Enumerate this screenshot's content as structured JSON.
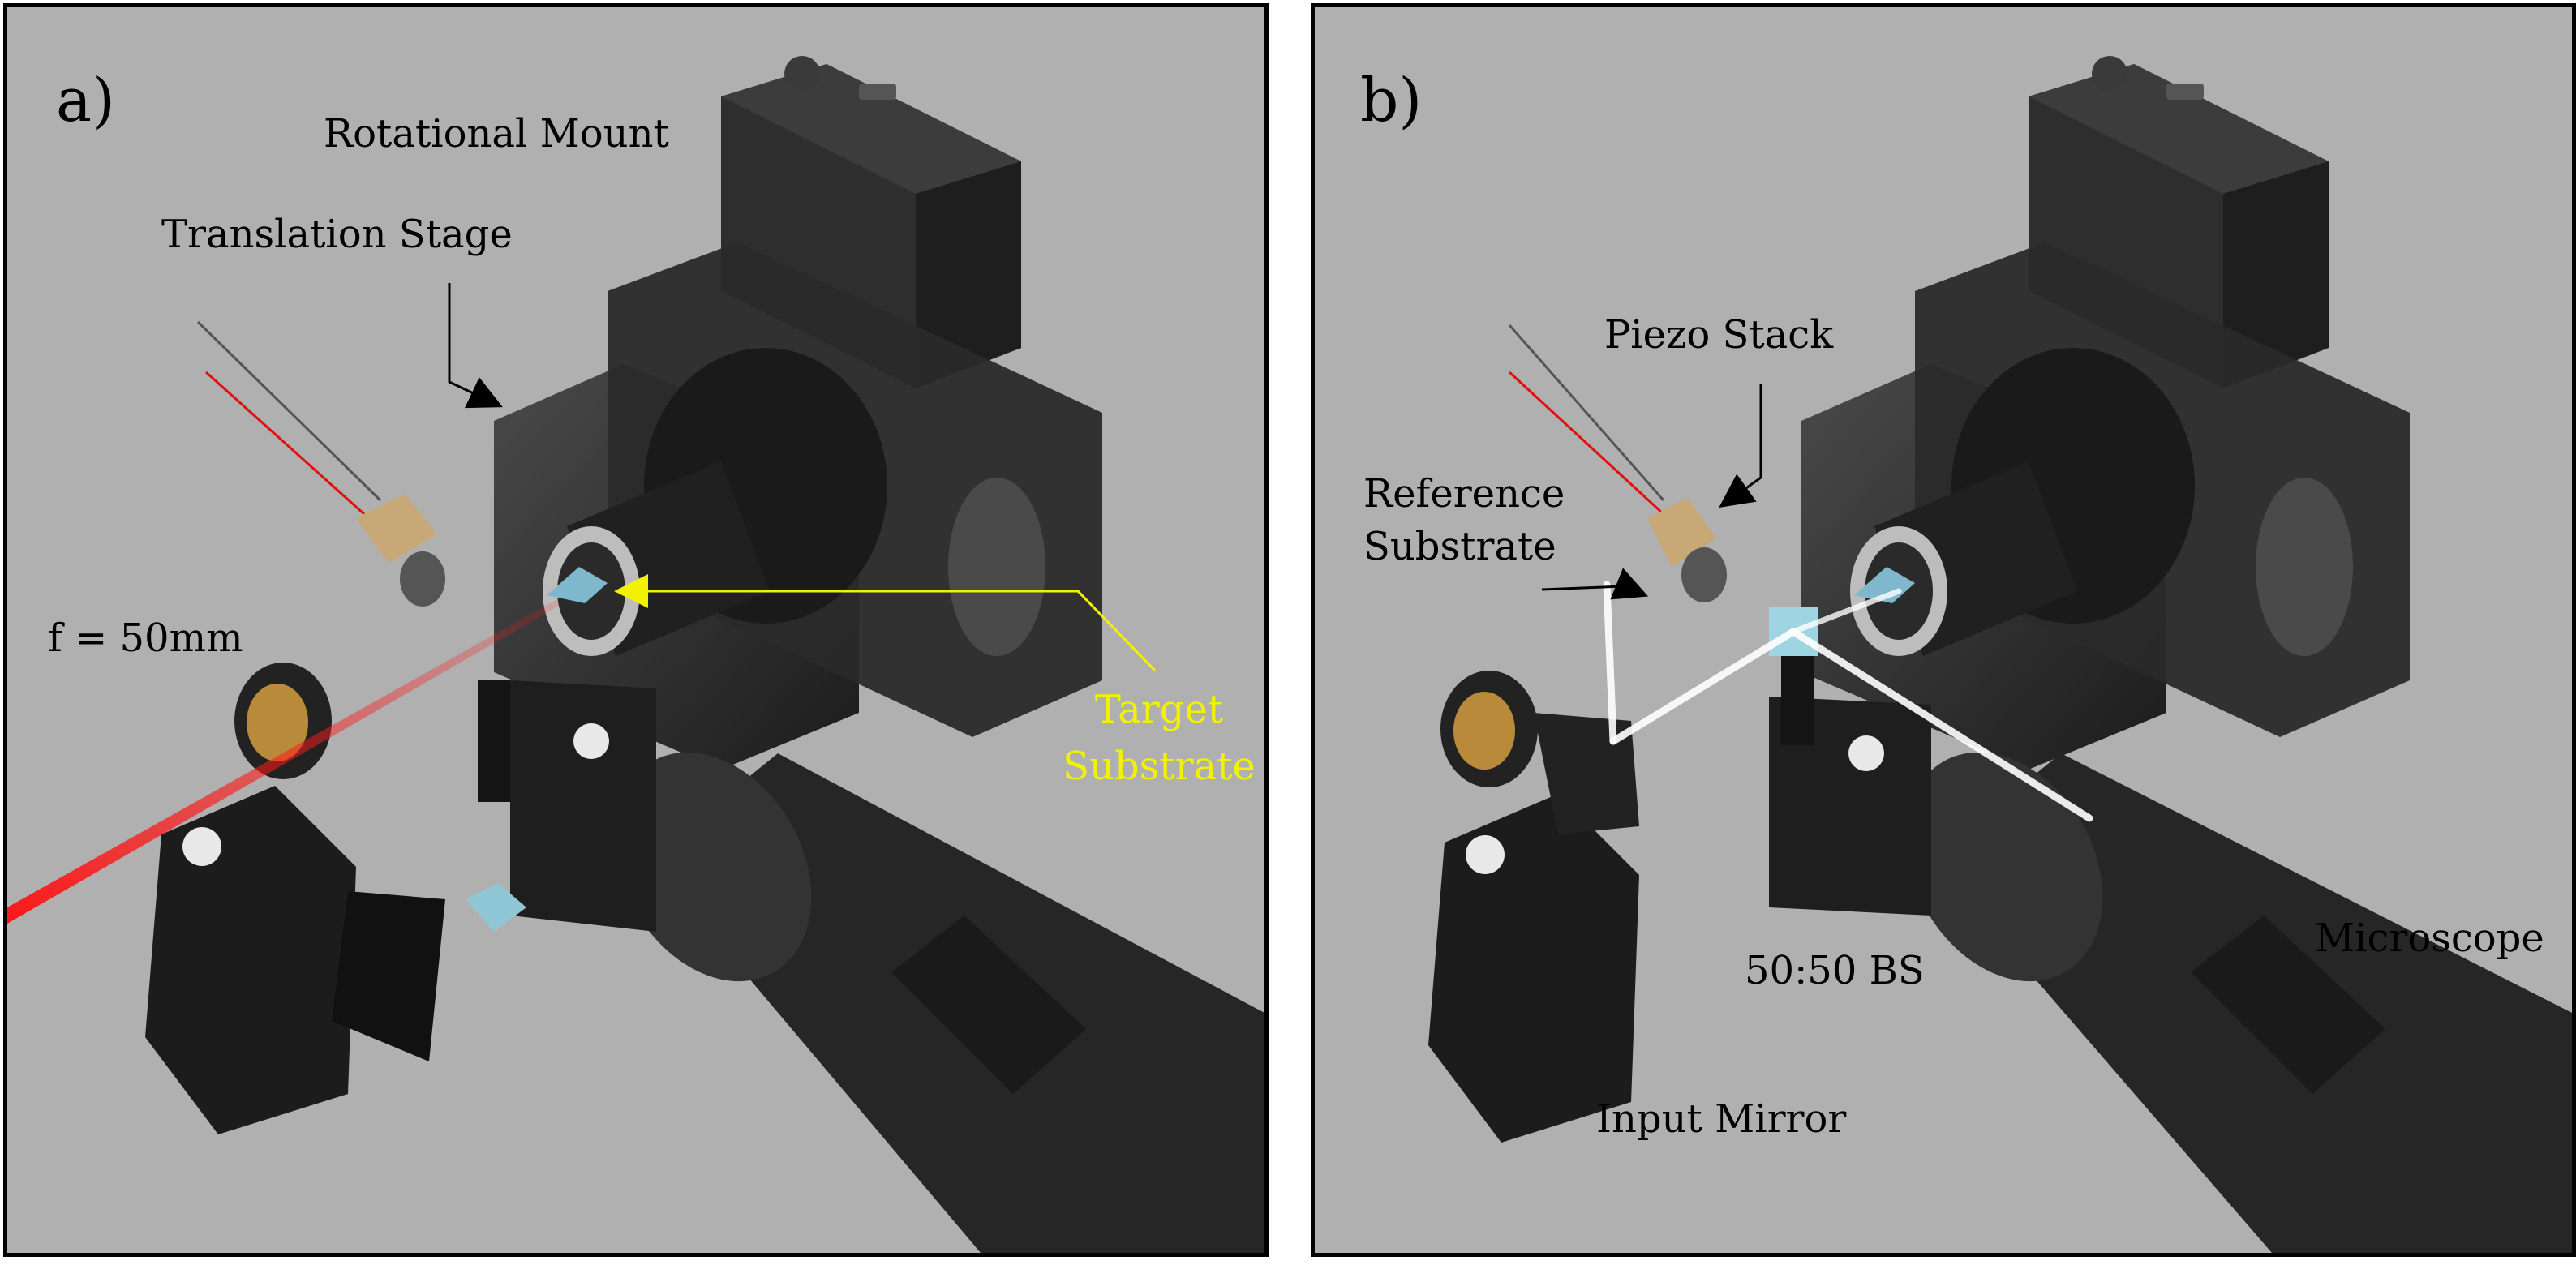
{
  "panels": [
    {
      "letter": "a)",
      "labels": {
        "rotational_mount": "Rotational Mount",
        "translation_stage": "Translation Stage",
        "focal_length": "f = 50mm",
        "target_substrate_line1": "Target",
        "target_substrate_line2": "Substrate"
      }
    },
    {
      "letter": "b)",
      "labels": {
        "piezo_stack": "Piezo Stack",
        "reference_substrate_line1": "Reference",
        "reference_substrate_line2": "Substrate",
        "beamsplitter": "50:50 BS",
        "microscope": "Microscope",
        "input_mirror": "Input Mirror"
      }
    }
  ],
  "colors": {
    "background": "#b0b0b0",
    "border": "#000000",
    "laser": "#e01010",
    "target_label": "#f2f200",
    "white_beam": "#ffffff",
    "hardware": "#2a2a2a"
  },
  "icons": {
    "arrow": "arrow-icon"
  }
}
